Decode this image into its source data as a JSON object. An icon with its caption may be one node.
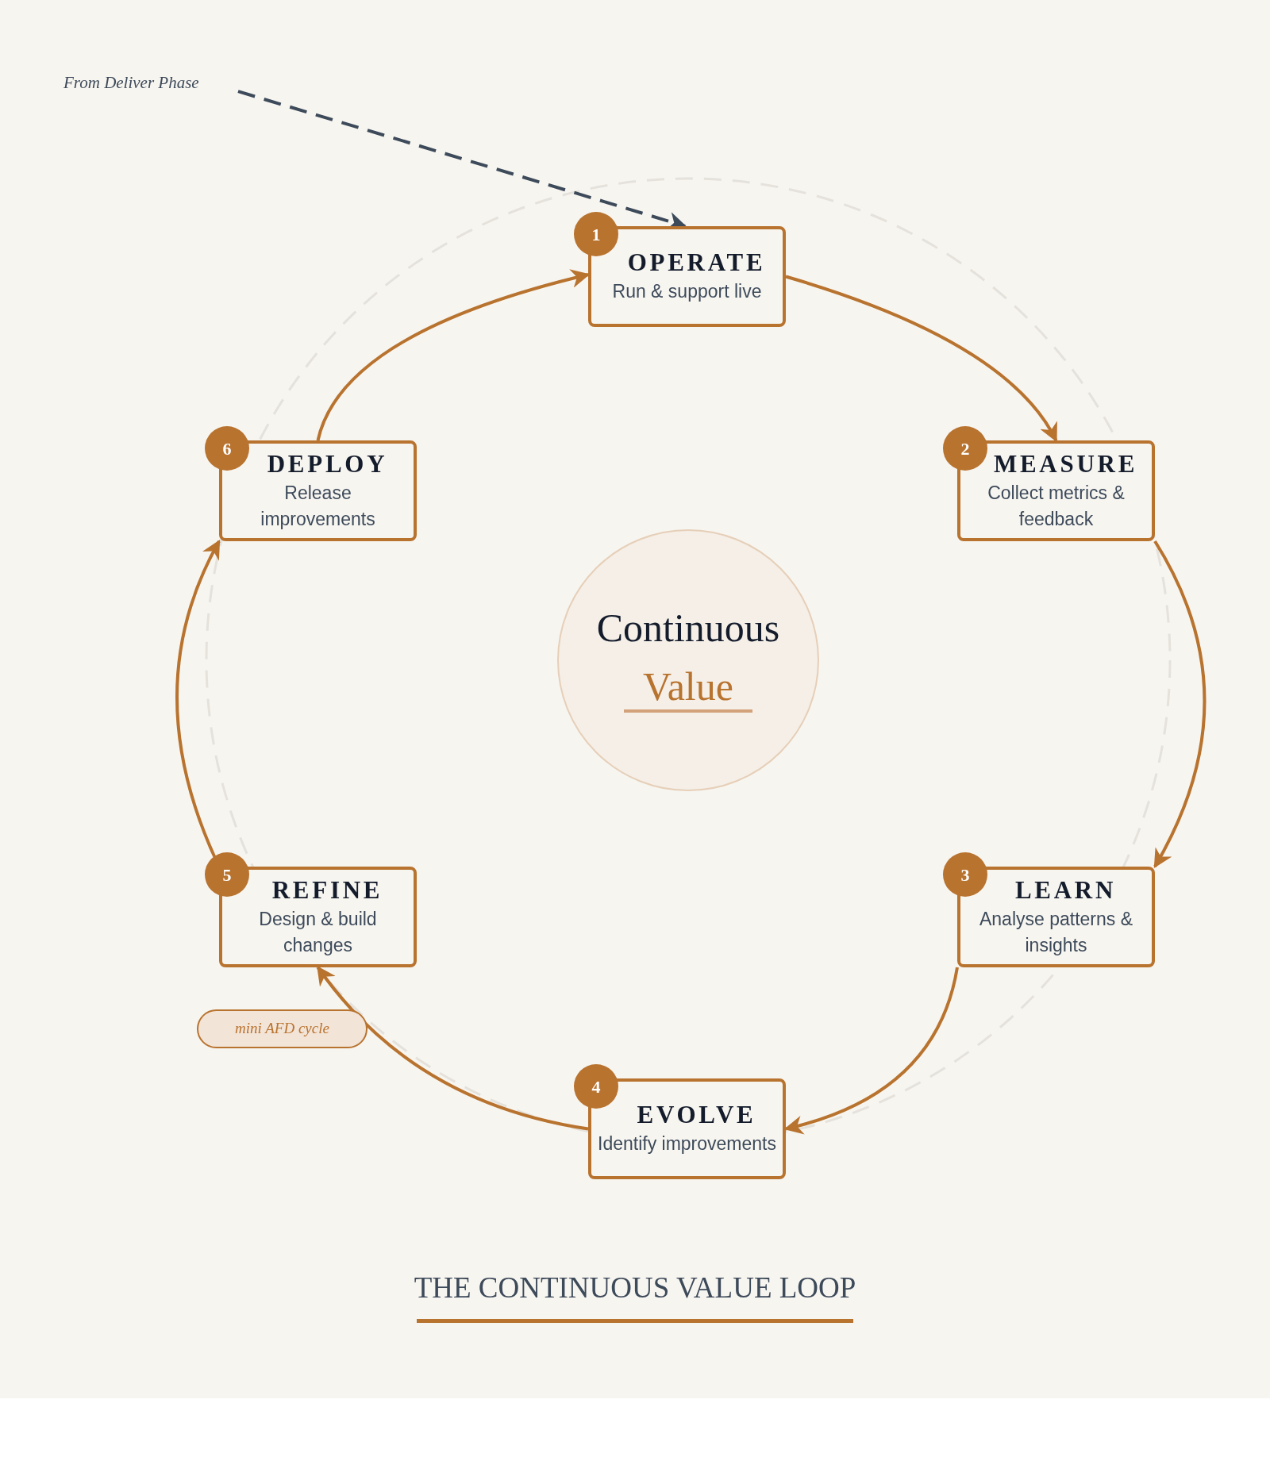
{
  "diagram": {
    "title": "THE CONTINUOUS VALUE LOOP",
    "nodes": [
      {
        "text": [
          "From Deliver Phase"
        ]
      },
      {
        "text": [
          "1",
          "OPERATE",
          "Run & support live"
        ]
      },
      {
        "text": [
          "2",
          "MEASURE",
          "Collect metrics & feedback"
        ]
      },
      {
        "text": [
          "3",
          "LEARN",
          "Analyse patterns & insights"
        ]
      },
      {
        "text": [
          "4",
          "EVOLVE",
          "Identify improvements"
        ]
      },
      {
        "text": [
          "5",
          "REFINE",
          "Design & build changes"
        ]
      },
      {
        "text": [
          "6",
          "DEPLOY",
          "Release improvements"
        ]
      },
      {
        "text": [
          "Continuous",
          "Value"
        ]
      },
      {
        "text": [
          "mini AFD cycle"
        ]
      }
    ],
    "edges": [
      {
        "from": 0,
        "to": 1,
        "arrow": "to",
        "style": "dashed",
        "color": "#3d4a5a"
      },
      {
        "from": 1,
        "to": 2,
        "arrow": "to"
      },
      {
        "from": 2,
        "to": 3,
        "arrow": "to"
      },
      {
        "from": 3,
        "to": 4,
        "arrow": "to"
      },
      {
        "from": 4,
        "to": 5,
        "arrow": "to"
      },
      {
        "from": 5,
        "to": 6,
        "arrow": "to"
      },
      {
        "from": 6,
        "to": 1,
        "arrow": "to"
      }
    ]
  }
}
